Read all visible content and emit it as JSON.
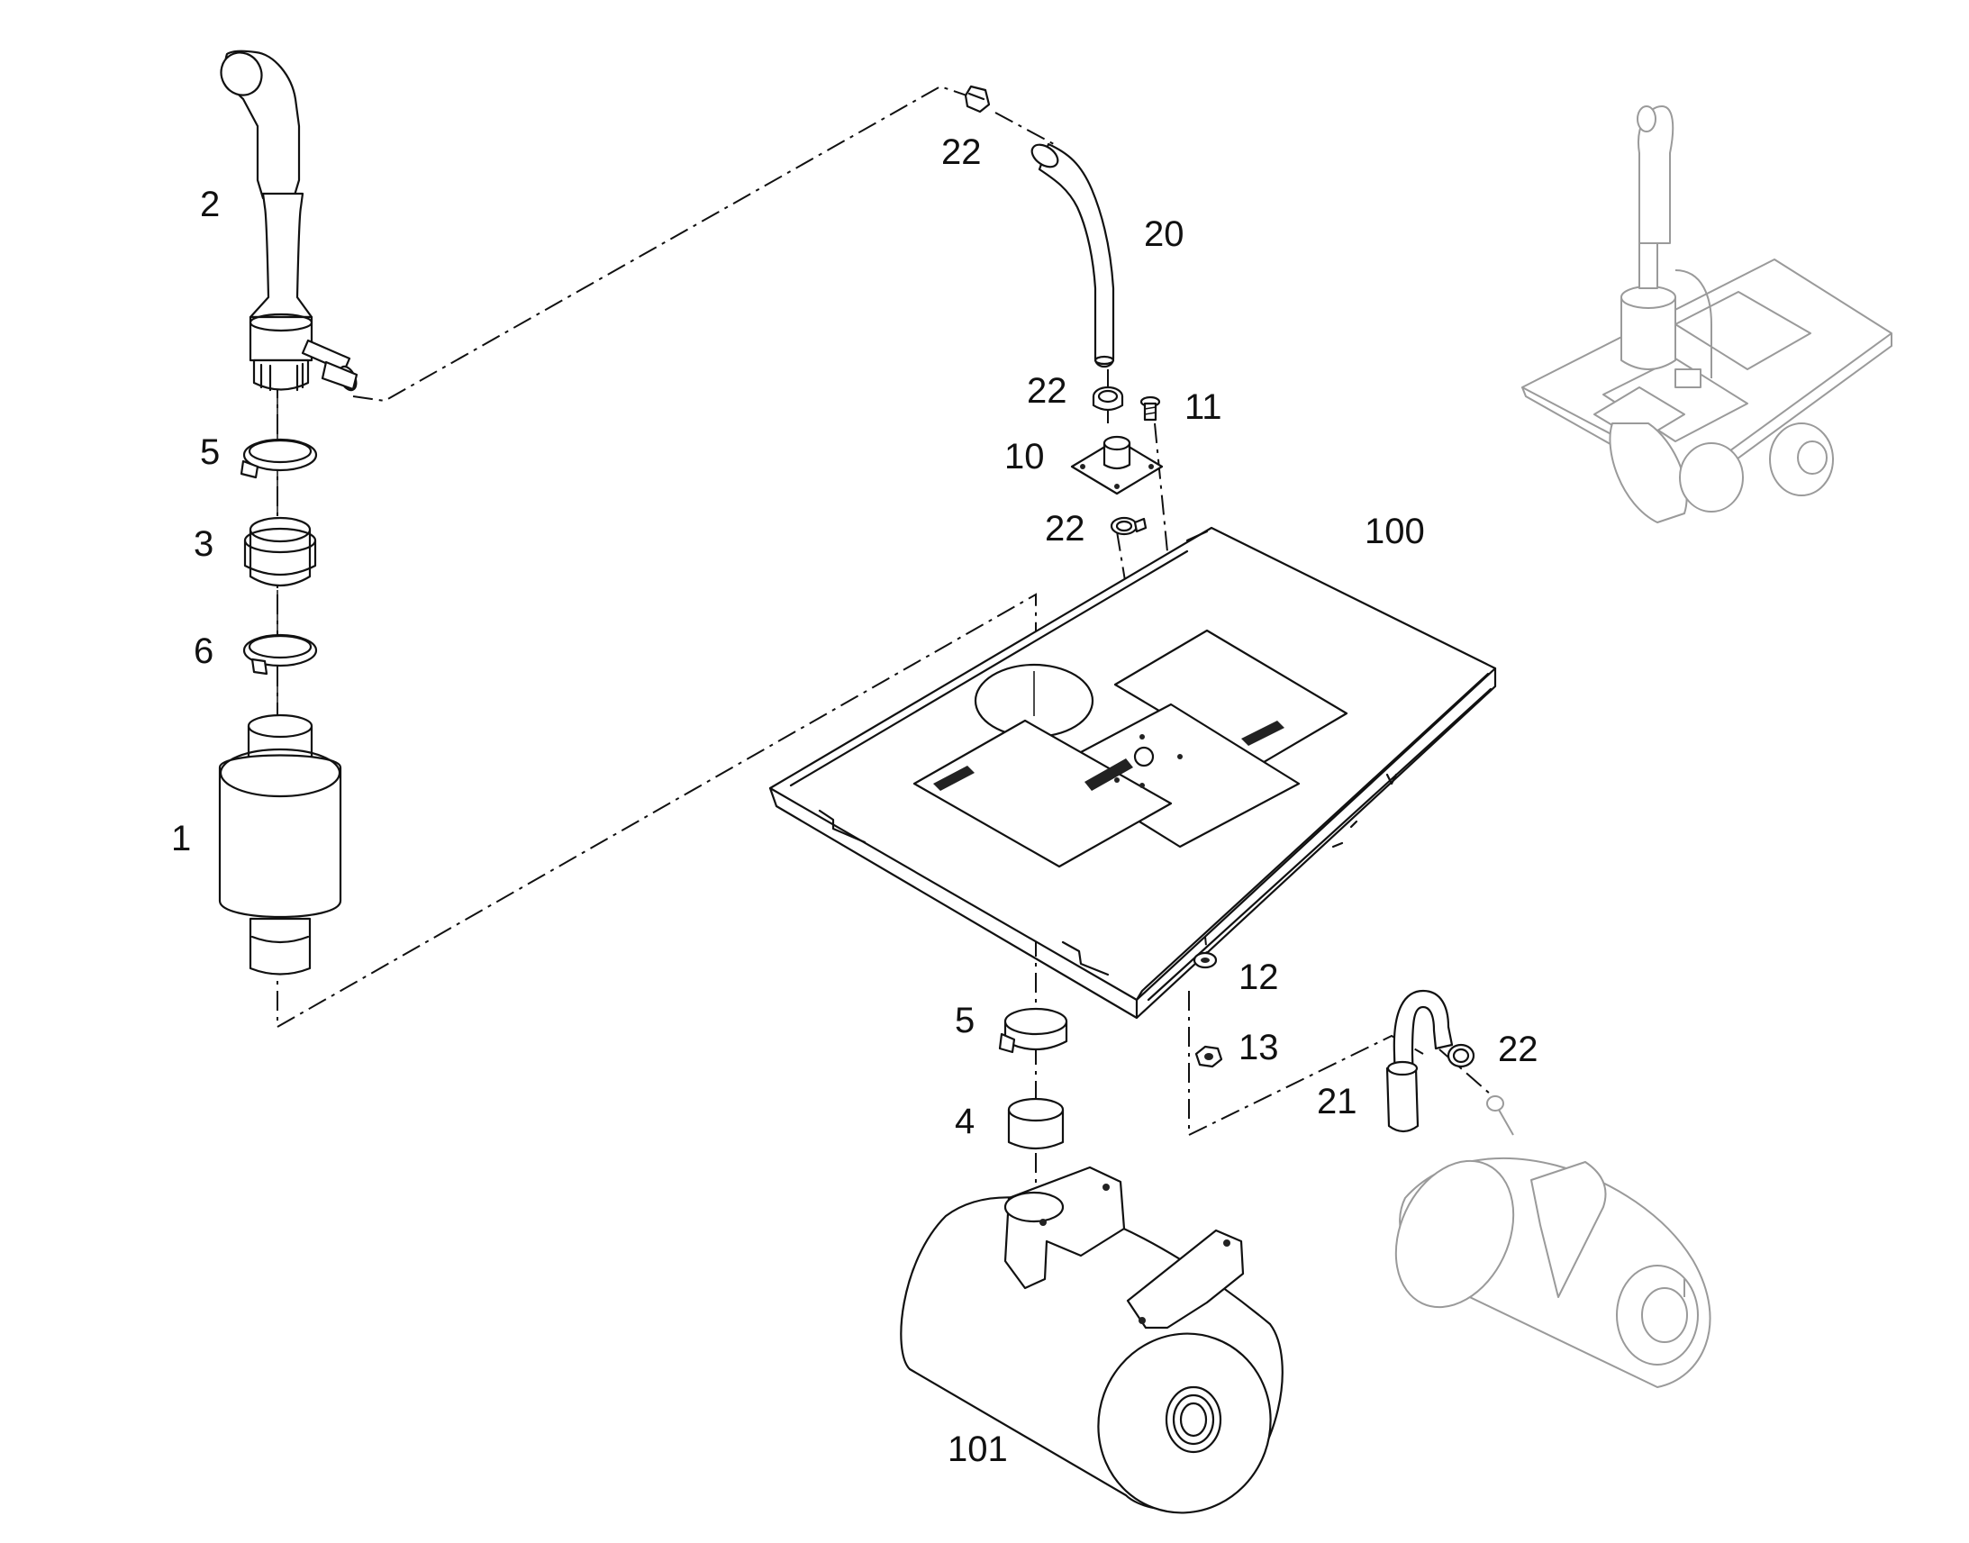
{
  "callouts": {
    "c2": "2",
    "c5_top": "5",
    "c3": "3",
    "c6": "6",
    "c1": "1",
    "c22_top": "22",
    "c20": "20",
    "c22_mid": "22",
    "c11": "11",
    "c10": "10",
    "c22_low": "22",
    "c100": "100",
    "c12": "12",
    "c13": "13",
    "c5_bottom": "5",
    "c4": "4",
    "c22_right": "22",
    "c21": "21",
    "c101": "101"
  }
}
